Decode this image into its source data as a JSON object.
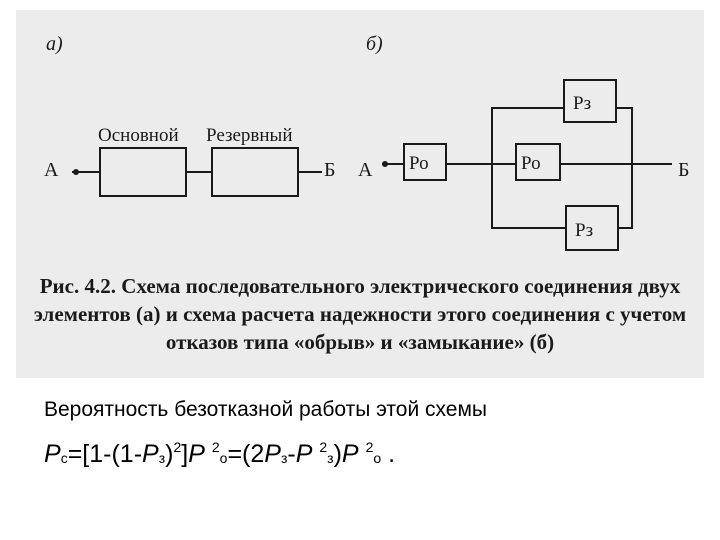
{
  "figure": {
    "label_a": "а)",
    "label_b": "б)",
    "node_a": "А",
    "node_b": "Б",
    "node_a2": "А",
    "node_b2": "Б",
    "box_main": "Основной",
    "box_reserve": "Резервный",
    "box_ro_1": "Ро",
    "box_ro_2": "Ро",
    "box_rz_top": "Рз",
    "box_rz_bottom": "Рз",
    "caption_line1": "Рис. 4.2. Схема последовательного электрического соединения двух",
    "caption_line2": "элементов (а) и схема расчета надежности этого соединения с учетом",
    "caption_line3": "отказов типа «обрыв» и «замыкание» (б)"
  },
  "text": {
    "line1": "Вероятность безотказной работы этой схемы",
    "formula": {
      "p1": "P",
      "s1": "c",
      "t1": "=[1-(1-",
      "p2": "P",
      "s2": "з",
      "t2": ")",
      "e1": "2",
      "t3": "]",
      "p3": "P",
      "e2": "2",
      "s3": "o",
      "t4": "=(2",
      "p4": "P",
      "s4": "з",
      "t5": "-",
      "p5": "P",
      "e3": "2",
      "s5": "з",
      "t6": ")",
      "p6": "P",
      "e4": "2",
      "s6": "o",
      "t7": " ."
    }
  }
}
